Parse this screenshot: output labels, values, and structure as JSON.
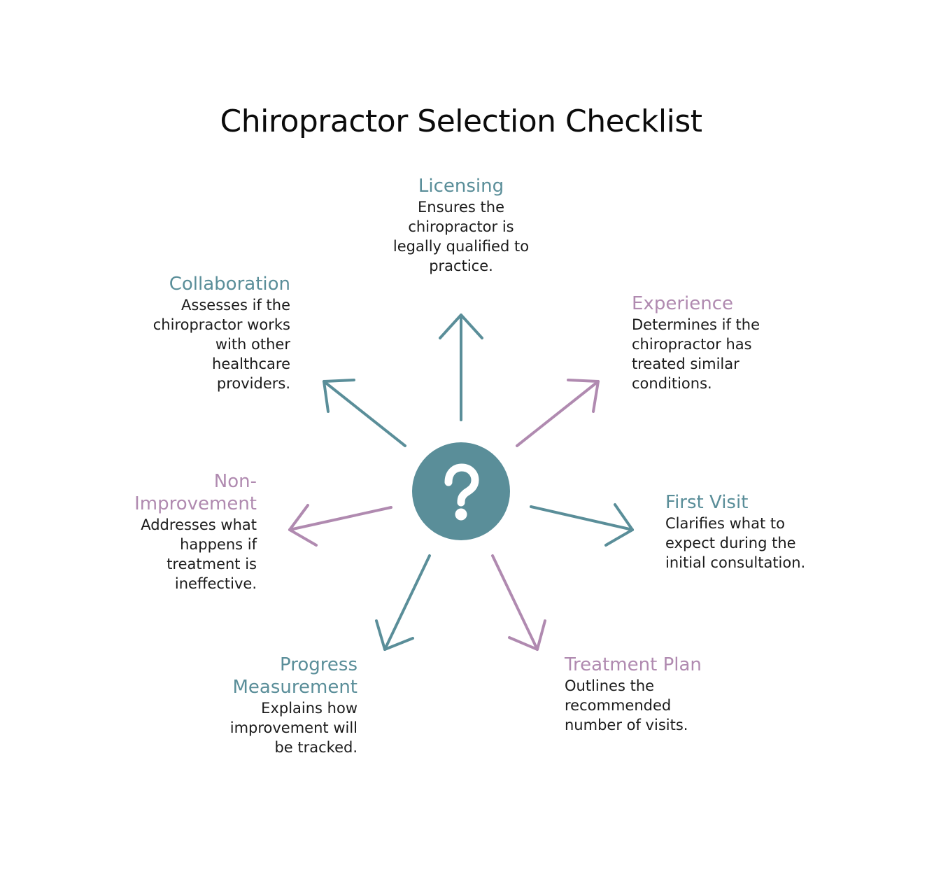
{
  "title": "Chiropractor Selection Checklist",
  "center_icon": {
    "name": "question-mark-icon",
    "glyph": "?",
    "color": "#5a8e99"
  },
  "colors": {
    "teal": "#5a8e99",
    "mauve": "#b08ab0"
  },
  "items": [
    {
      "key": "licensing",
      "title": "Licensing",
      "desc": "Ensures the chiropractor is legally qualified to practice.",
      "color": "teal"
    },
    {
      "key": "experience",
      "title": "Experience",
      "desc": "Determines if the chiropractor has treated similar conditions.",
      "color": "mauve"
    },
    {
      "key": "first-visit",
      "title": "First Visit",
      "desc": "Clarifies what to expect during the initial consultation.",
      "color": "teal"
    },
    {
      "key": "treatment-plan",
      "title": "Treatment Plan",
      "desc": "Outlines the recommended number of visits.",
      "color": "mauve"
    },
    {
      "key": "progress-measurement",
      "title": "Progress Measurement",
      "desc": "Explains how improvement will be tracked.",
      "color": "teal"
    },
    {
      "key": "non-improvement",
      "title": "Non-Improvement",
      "desc": "Addresses what happens if treatment is ineffective.",
      "color": "mauve"
    },
    {
      "key": "collaboration",
      "title": "Collaboration",
      "desc": "Assesses if the chiropractor works with other healthcare providers.",
      "color": "teal"
    }
  ]
}
